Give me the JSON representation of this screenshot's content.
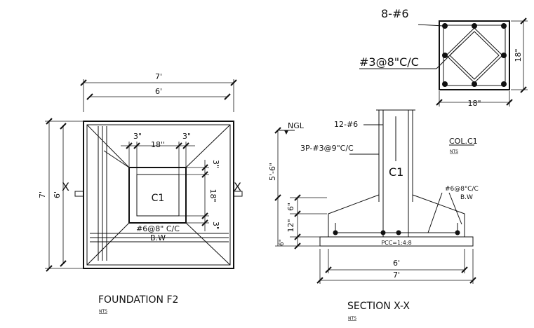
{
  "plan": {
    "dims": {
      "outer_width": "7'",
      "inner_width": "6'",
      "outer_height": "7'",
      "inner_height": "6'",
      "col_width": "18''",
      "offset_left": "3\"",
      "offset_right": "3\"",
      "col_height": "18\"",
      "offset_top": "3\"",
      "offset_bottom": "3\""
    },
    "column_label": "C1",
    "rebar_label": "#6@8\" C/C",
    "rebar_sub": "B.W",
    "section_mark_left": "X",
    "section_mark_right": "X",
    "title": "FOUNDATION F2",
    "scale": "NTS"
  },
  "column_detail": {
    "bars_label": "8-#6",
    "ties_label": "#3@8\"C/C",
    "width": "18\"",
    "height": "18\"",
    "title": "COL.C1",
    "scale": "NTS"
  },
  "section": {
    "ngl": "NGL",
    "bars_label": "12-#6",
    "ties_label": "3P-#3@9\"C/C",
    "column_label": "C1",
    "depth": "5'-6\"",
    "pedestal_height": "6\"",
    "footing_thickness": "12\"",
    "pcc_thickness": "6\"",
    "pcc_label": "PCC=1:4:8",
    "rebar_label": "#6@8\"C/C",
    "rebar_sub": "B.W",
    "inner_width": "6'",
    "outer_width": "7'",
    "title": "SECTION X-X",
    "scale": "NTS"
  }
}
